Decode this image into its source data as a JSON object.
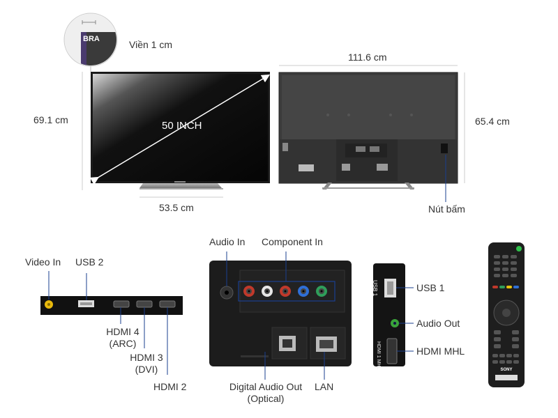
{
  "labels": {
    "bezel": "Viền 1 cm",
    "bezel_zoom_text": "BRA",
    "screen_size": "50 INCH",
    "height_front": "69.1 cm",
    "width_top": "111.6 cm",
    "height_back": "65.4 cm",
    "stand_width": "53.5 cm",
    "buttons": "Nút bấm",
    "video_in": "Video In",
    "usb2": "USB 2",
    "hdmi4_line1": "HDMI 4",
    "hdmi4_line2": "(ARC)",
    "hdmi3_line1": "HDMI 3",
    "hdmi3_line2": "(DVI)",
    "hdmi2": "HDMI 2",
    "audio_in": "Audio In",
    "component_in": "Component In",
    "digital_audio_out_line1": "Digital Audio Out",
    "digital_audio_out_line2": "(Optical)",
    "lan": "LAN",
    "usb1": "USB 1",
    "audio_out": "Audio Out",
    "hdmi_mhl": "HDMI MHL",
    "usb1_panel": "USB 1",
    "hdmi1_panel": "HDMI 1 MHL",
    "remote_brand": "SONY"
  },
  "colors": {
    "component_ports": [
      "#c0392b",
      "#e6e6e6",
      "#c0392b",
      "#2f6fd6",
      "#2f9e5a"
    ],
    "video_in_port": "#e8b90c",
    "audio_out_port": "#3aa33a",
    "callout_line": "#1a3f8f"
  }
}
